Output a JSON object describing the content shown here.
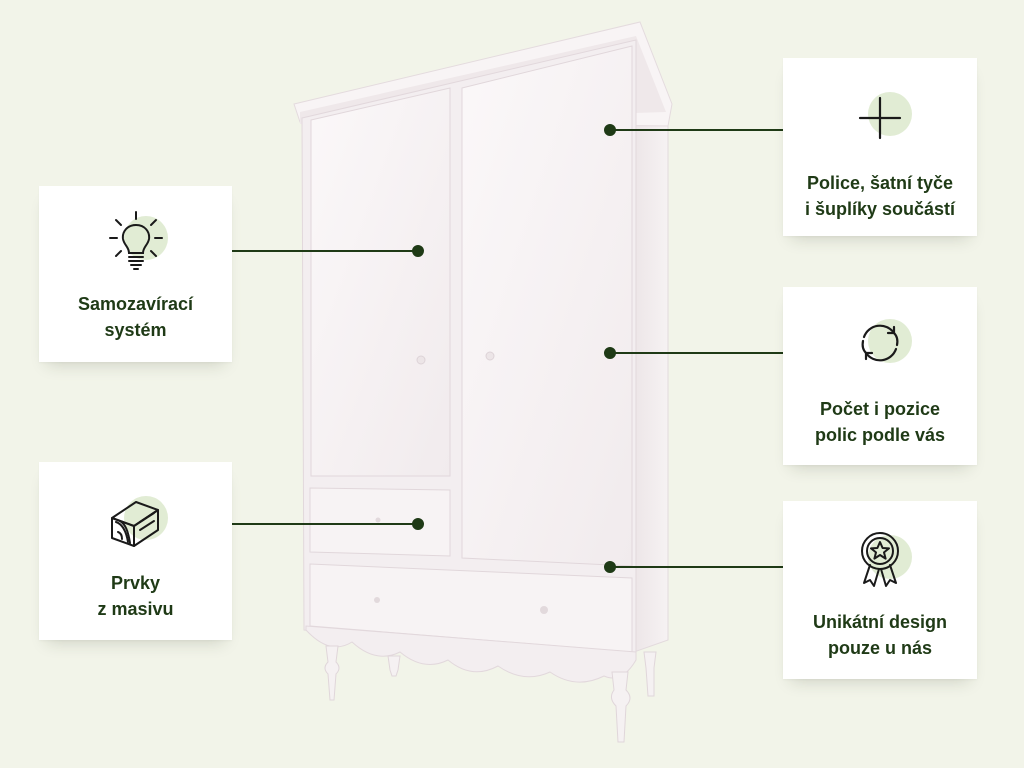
{
  "colors": {
    "background": "#f2f4e9",
    "accent_dark_green": "#1f3a16",
    "icon_blob": "#e1ecd4",
    "card_bg": "#ffffff",
    "wardrobe": "#f4eff0"
  },
  "features": {
    "shelves": {
      "icon": "plus-icon",
      "line1": "Police, šatní tyče",
      "line2": "i šuplíky součástí"
    },
    "soft_close": {
      "icon": "lightbulb-icon",
      "line1": "Samozavírací",
      "line2": "systém"
    },
    "shelf_position": {
      "icon": "refresh-icon",
      "line1": "Počet i pozice",
      "line2": "polic podle vás"
    },
    "solid_wood": {
      "icon": "wood-log-icon",
      "line1": "Prvky",
      "line2": "z masivu"
    },
    "unique_design": {
      "icon": "award-badge-icon",
      "line1": "Unikátní design",
      "line2": "pouze u nás"
    }
  }
}
